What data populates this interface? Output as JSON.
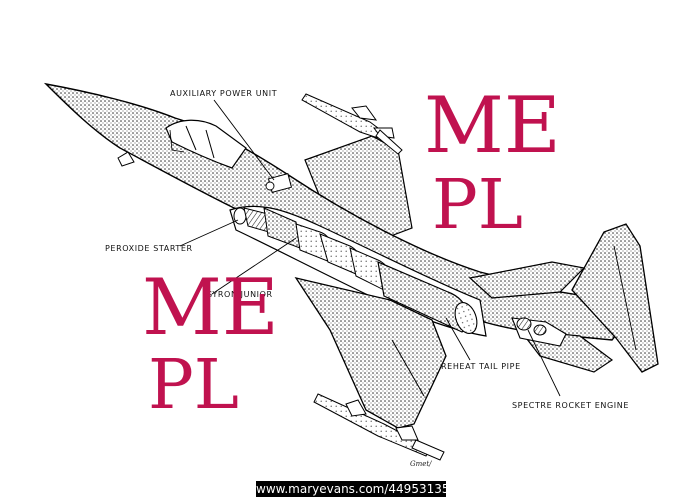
{
  "labels": {
    "apu": "AUXILIARY POWER UNIT",
    "peroxide": "PEROXIDE STARTER",
    "gyron": "GYRON JUNIOR",
    "reheat": "REHEAT TAIL PIPE",
    "spectre": "SPECTRE ROCKET ENGINE"
  },
  "watermark": {
    "line1": "ME",
    "line2": "PL",
    "color": "#c0124f"
  },
  "signature": "Gmet/",
  "credit": "www.maryevans.com/44953135"
}
